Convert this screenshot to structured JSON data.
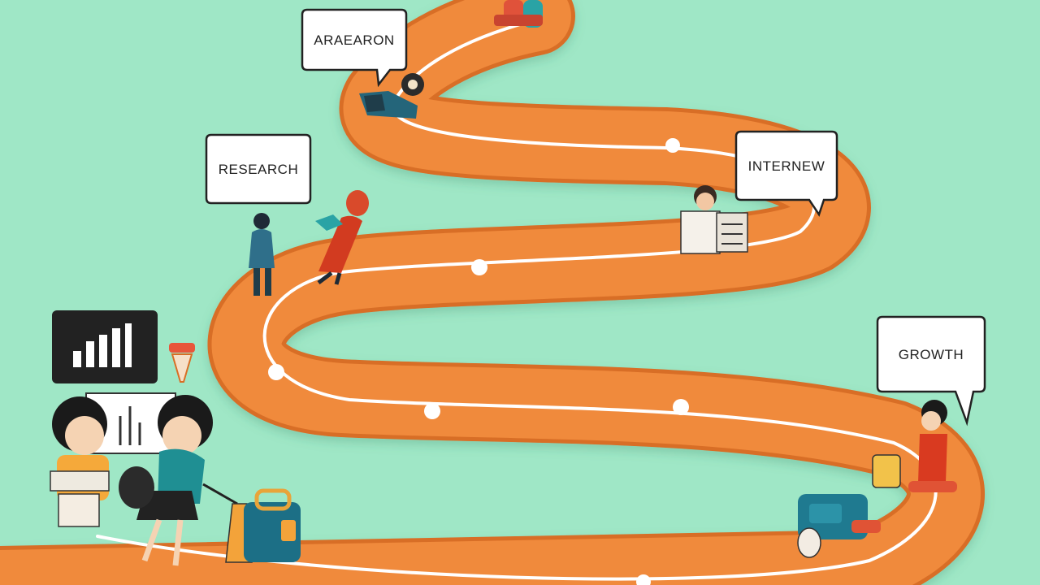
{
  "scene": {
    "background_color": "#9fe7c6",
    "road_color": "#f08a3c",
    "road_edge_color": "#d86e25",
    "path_line_color": "#ffffff"
  },
  "bubbles": {
    "awareness": "ARAEARON",
    "research": "RESEARCH",
    "interview": "INTERNEW",
    "growth": "GROWTH"
  },
  "icons": [
    "bar-chart-icon",
    "backpack-icon",
    "laptop-icon",
    "gear-icon"
  ]
}
